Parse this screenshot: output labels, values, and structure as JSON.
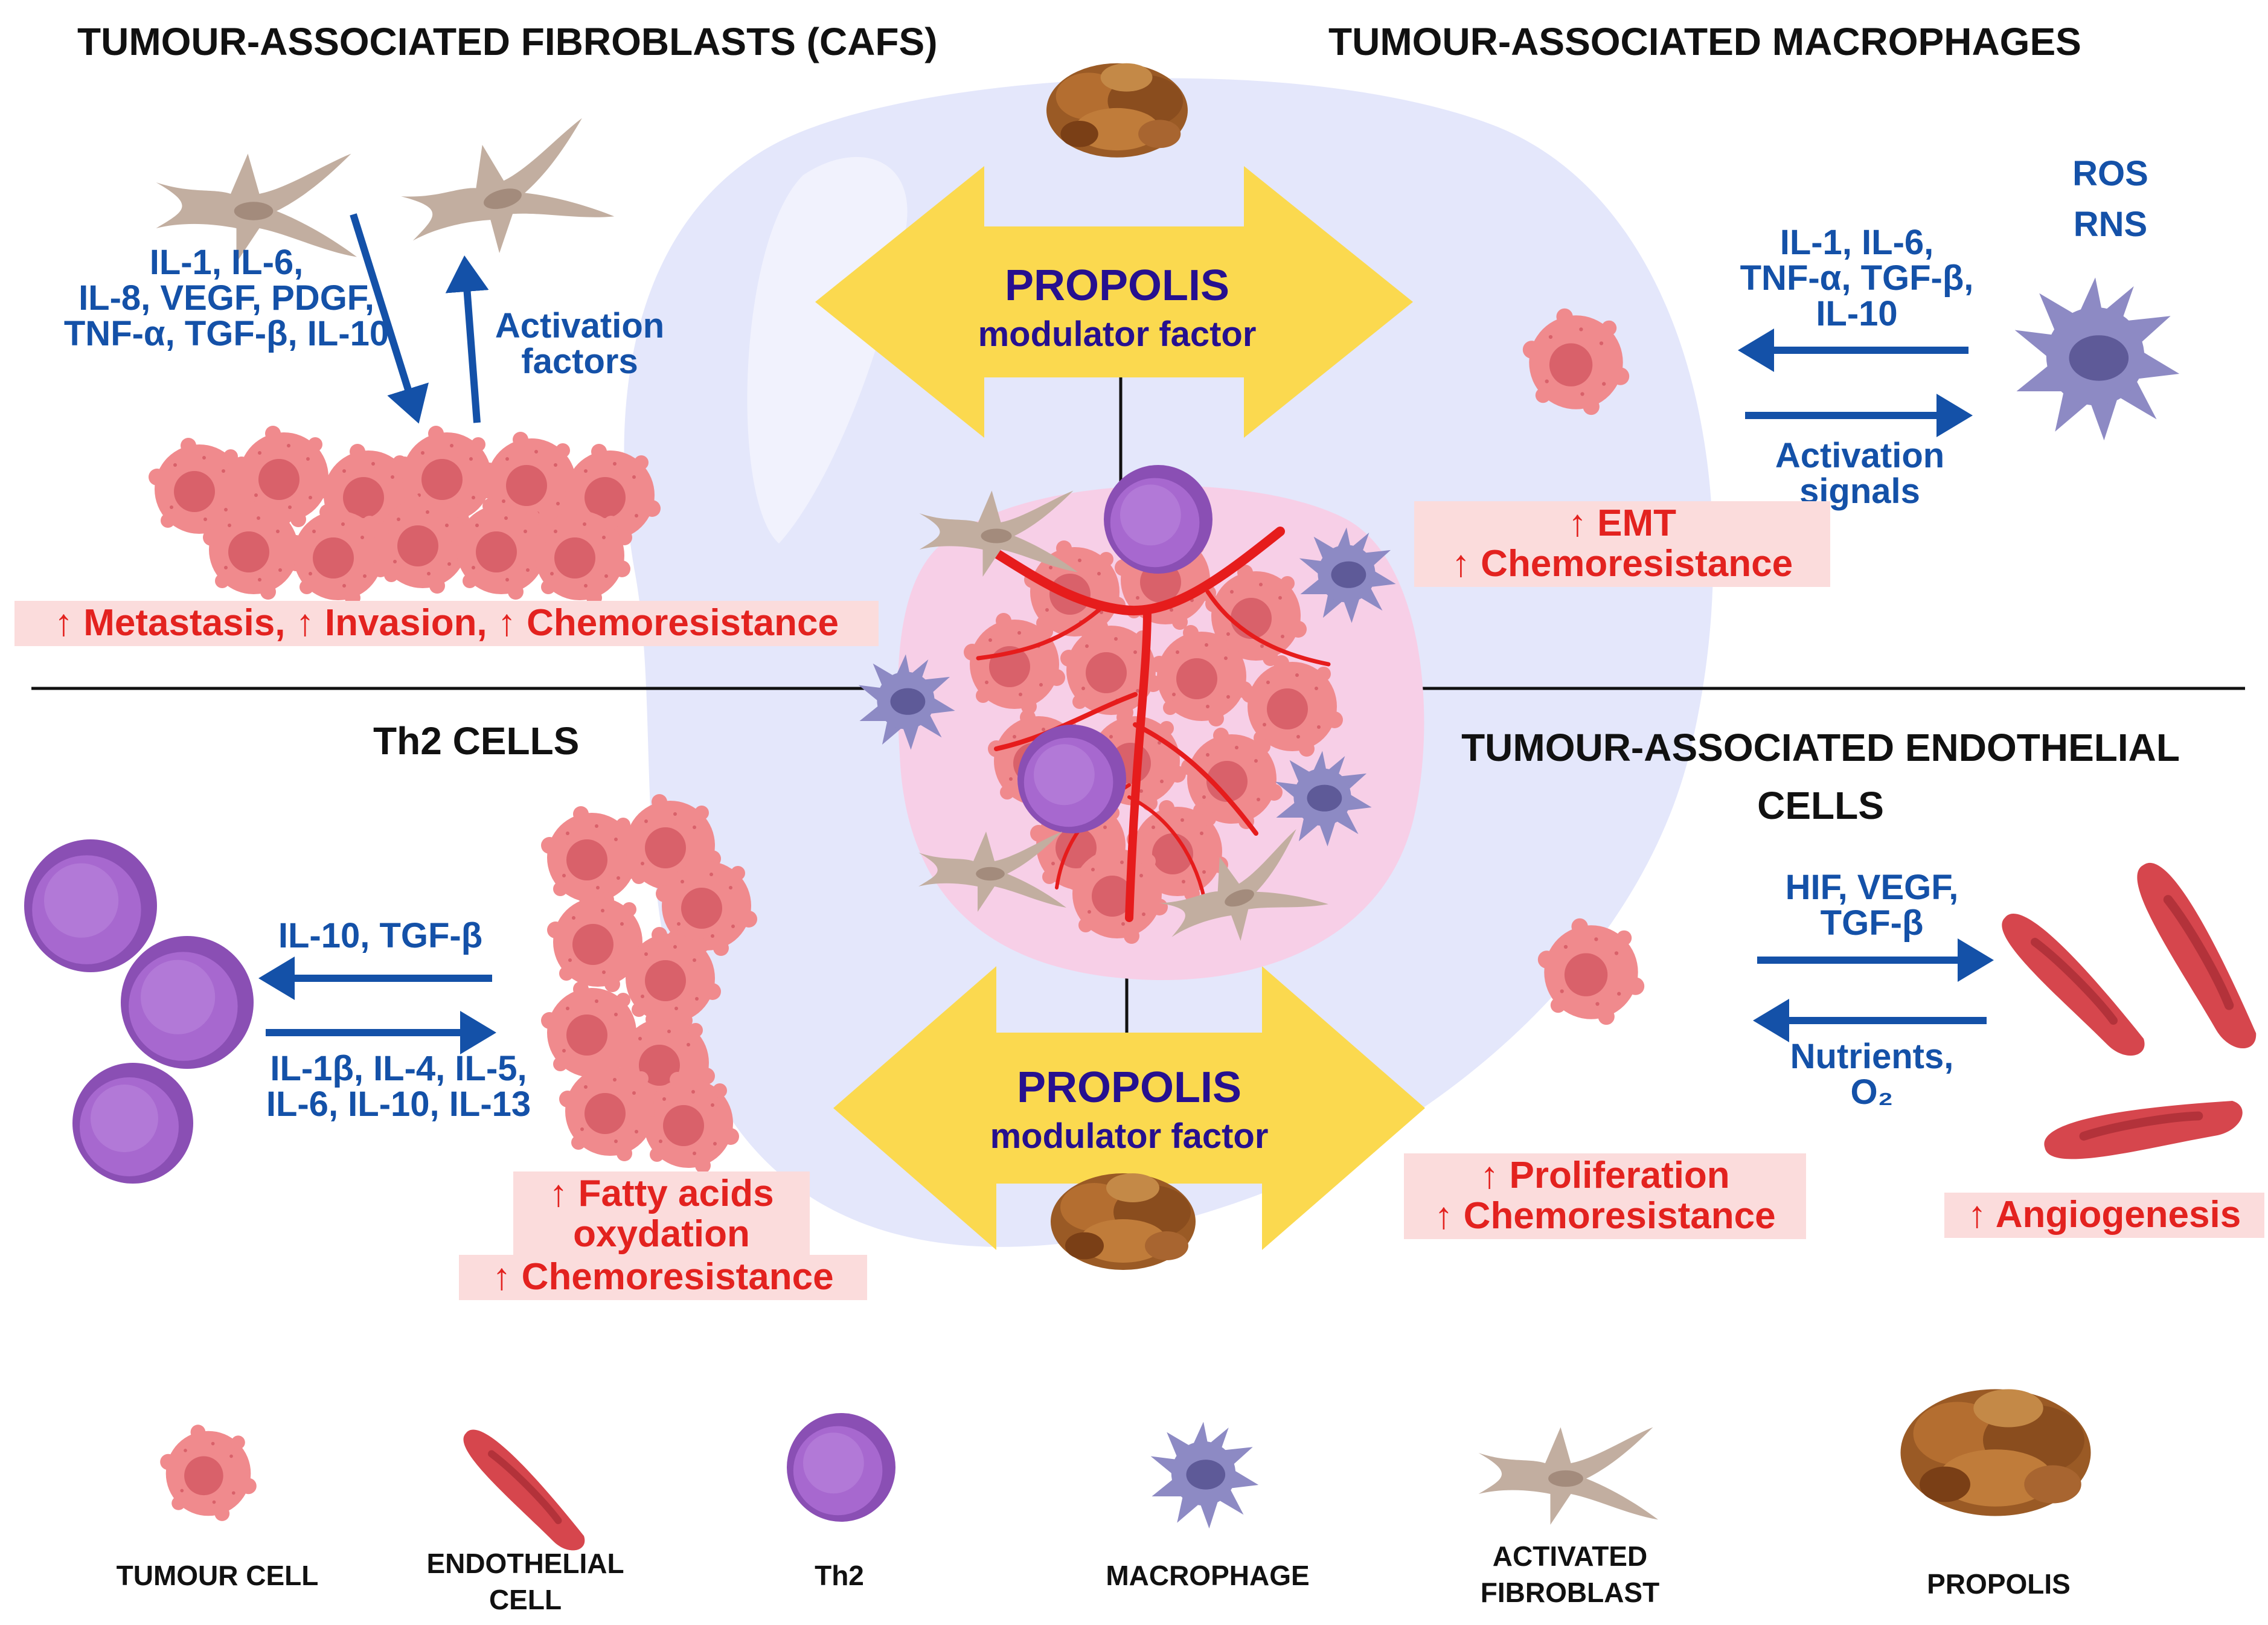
{
  "panels": {
    "cafs": {
      "title": "TUMOUR-ASSOCIATED FIBROBLASTS (CAFS)",
      "cytokines": [
        "IL-1, IL-6,",
        "IL-8, VEGF, PDGF,",
        "TNF-α, TGF-β, IL-10"
      ],
      "activation": [
        "Activation",
        "factors"
      ],
      "effect": "↑ Metastasis, ↑ Invasion, ↑ Chemoresistance"
    },
    "macrophages": {
      "title": "TUMOUR-ASSOCIATED MACROPHAGES",
      "ros": "ROS",
      "rns": "RNS",
      "cytokines": [
        "IL-1, IL-6,",
        "TNF-α, TGF-β,",
        "IL-10"
      ],
      "activation": [
        "Activation",
        "signals"
      ],
      "effect": [
        "↑ EMT",
        "↑ Chemoresistance"
      ]
    },
    "th2": {
      "title": "Th2 CELLS",
      "to_th2": "IL-10, TGF-β",
      "to_tumour": [
        "IL-1β, IL-4, IL-5,",
        "IL-6, IL-10, IL-13"
      ],
      "effect": [
        "↑ Fatty acids",
        "oxydation",
        "↑ Chemoresistance"
      ]
    },
    "endothelial": {
      "title": [
        "TUMOUR-ASSOCIATED ENDOTHELIAL",
        "CELLS"
      ],
      "to_endo": [
        "HIF, VEGF,",
        "TGF-β"
      ],
      "to_tumour": [
        "Nutrients,",
        "O₂"
      ],
      "effect_tumour": [
        "↑ Proliferation",
        "↑ Chemoresistance"
      ],
      "effect_endo": "↑ Angiogenesis"
    }
  },
  "propolis": {
    "title": "PROPOLIS",
    "subtitle": "modulator factor"
  },
  "legend": {
    "tumour_cell": "TUMOUR CELL",
    "endothelial_cell": [
      "ENDOTHELIAL",
      "CELL"
    ],
    "th2": "Th2",
    "macrophage": "MACROPHAGE",
    "activated_fibroblast": [
      "ACTIVATED",
      "FIBROBLAST"
    ],
    "propolis": "PROPOLIS"
  },
  "colors": {
    "tumour": "#f08a8d",
    "tumour_dark": "#d9616a",
    "arrow_blue": "#1451a8",
    "yellow_arrow": "#fbd94f",
    "effect_red": "#e3221f",
    "effect_bg": "#fbdcdc",
    "th2_purple": "#8a4fb4",
    "macrophage": "#8d8ac4",
    "fibroblast": "#c2aea0",
    "endothelial": "#d6464d",
    "background_blob": "#e4e7fb",
    "propolis_brown": "#9a5a25"
  }
}
